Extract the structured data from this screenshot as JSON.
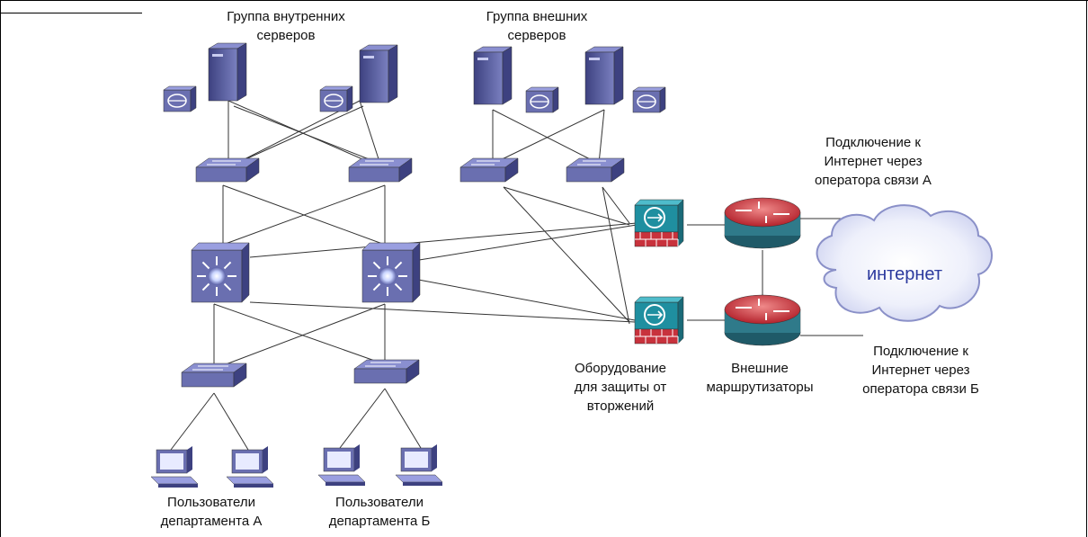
{
  "labels": {
    "internal_servers": [
      "Группа внутренних",
      "серверов"
    ],
    "external_servers": [
      "Группа внешних",
      "серверов"
    ],
    "isp_a": [
      "Подключение к",
      "Интернет через",
      "оператора связи А"
    ],
    "isp_b": [
      "Подключение к",
      "Интернет через",
      "оператора связи Б"
    ],
    "ids": [
      "Оборудование",
      "для защиты от",
      "вторжений"
    ],
    "routers": [
      "Внешние",
      "маршрутизаторы"
    ],
    "users_a": [
      "Пользователи",
      "департамента А"
    ],
    "users_b": [
      "Пользователи",
      "департамента Б"
    ],
    "internet": "интернет"
  },
  "icons": {
    "server": "server-tower-icon",
    "disk": "disk-storage-icon",
    "switch": "workgroup-switch-icon",
    "core": "multilayer-switch-icon",
    "firewall": "ids-firewall-icon",
    "router": "router-icon",
    "cloud": "cloud-icon",
    "pc": "workstation-icon"
  },
  "colors": {
    "device_face": "#6a6fb0",
    "device_dark": "#3d4180",
    "router_red": "#c8323c",
    "firewall_teal": "#1f8fa0",
    "line": "#333333",
    "internet_text": "#2c3a9e"
  }
}
